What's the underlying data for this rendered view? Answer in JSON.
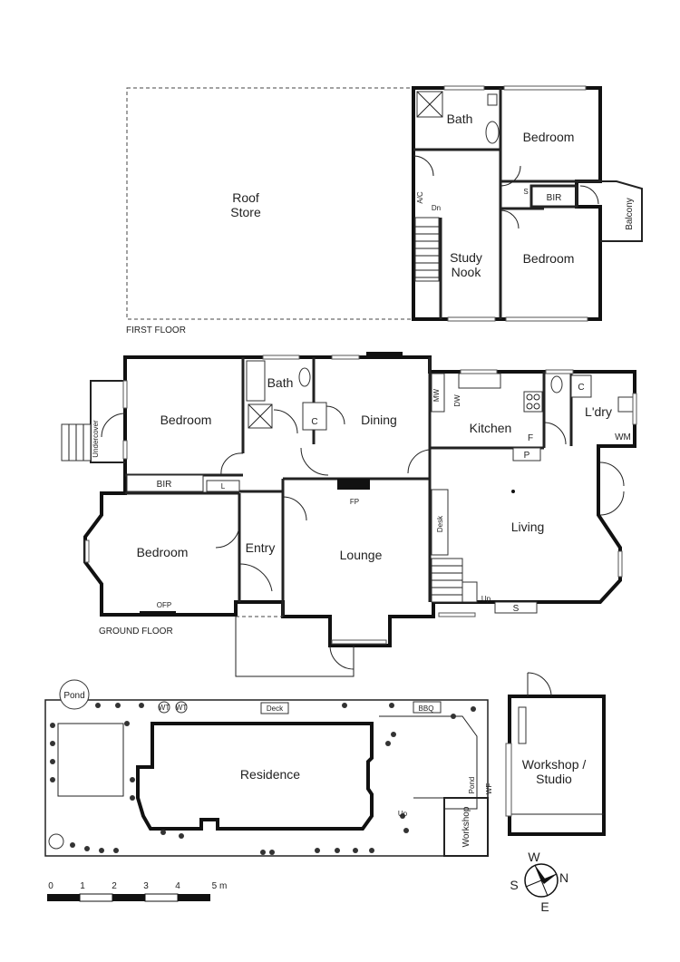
{
  "first_floor": {
    "label": "FIRST FLOOR",
    "rooms": {
      "roof_store": "Roof\nStore",
      "bath": "Bath",
      "bedroom_1": "Bedroom",
      "bir": "BIR",
      "balcony": "Balcony",
      "bedroom_2": "Bedroom",
      "study_nook": "Study\nNook",
      "ac": "A/C",
      "dn": "Dn",
      "s": "S"
    }
  },
  "ground_floor": {
    "label": "GROUND FLOOR",
    "rooms": {
      "bedroom_1": "Bedroom",
      "undercover": "Undercover",
      "bath": "Bath",
      "c_closet": "C",
      "dining": "Dining",
      "mw": "MW",
      "dw": "DW",
      "kitchen": "Kitchen",
      "c_laundry": "C",
      "laundry": "L'dry",
      "wm": "WM",
      "f": "F",
      "p": "P",
      "bir": "BIR",
      "l": "L",
      "fp": "FP",
      "bedroom_2": "Bedroom",
      "entry": "Entry",
      "lounge": "Lounge",
      "desk": "Desk",
      "living": "Living",
      "up": "Up",
      "s": "S",
      "ofp": "OFP"
    }
  },
  "site": {
    "pond": "Pond",
    "wt1": "WT",
    "wt2": "WT",
    "deck": "Deck",
    "bbq": "BBQ",
    "residence": "Residence",
    "pond_small": "Pond",
    "wf": "WF",
    "up": "Up",
    "workshop": "Workshop",
    "workshop_studio": "Workshop /\nStudio"
  },
  "scale": {
    "ticks": [
      "0",
      "1",
      "2",
      "3",
      "4",
      "5 m"
    ]
  },
  "compass": {
    "w": "W",
    "s": "S",
    "n": "N",
    "e": "E"
  }
}
